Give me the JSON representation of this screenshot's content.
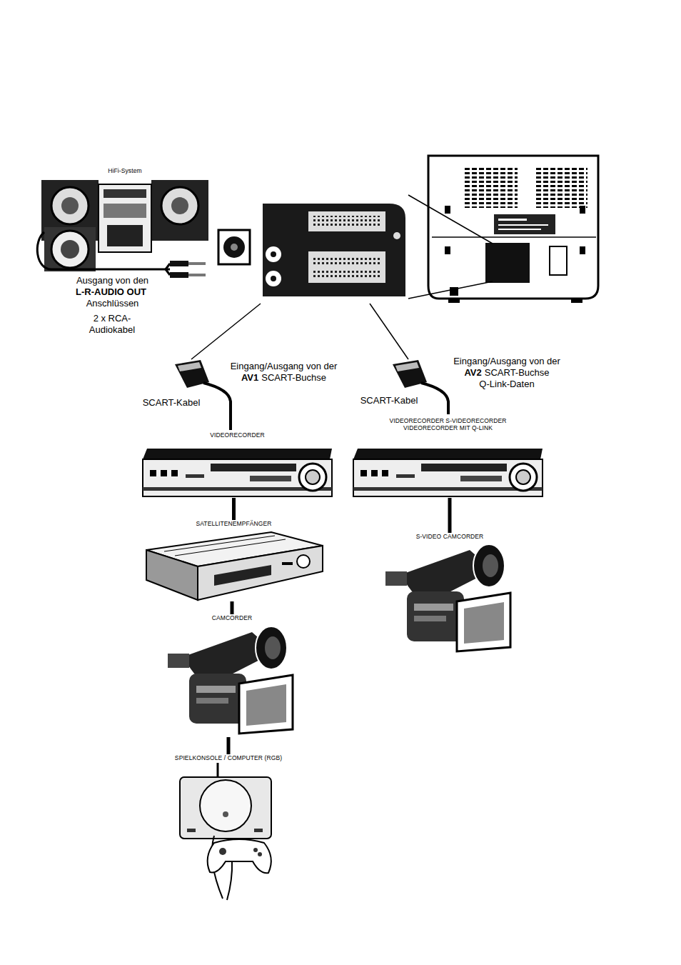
{
  "diagram": {
    "nodes": [
      {
        "text": [
          "HiFi-System"
        ]
      },
      {
        "text": [
          "VIDEORECORDER"
        ]
      },
      {
        "text": [
          "SATELLITENEMPFÄNGER"
        ]
      },
      {
        "text": [
          "CAMCORDER"
        ]
      },
      {
        "text": [
          "SPIELKONSOLE / COMPUTER (RGB)"
        ]
      },
      {
        "text": [
          "VIDEORECORDER S-VIDEORECORDER VIDEORECORDER MIT Q-LINK"
        ]
      },
      {
        "text": [
          "S-VIDEO CAMCORDER"
        ]
      }
    ],
    "edges": [
      {
        "from": 1,
        "to": 2,
        "arrow": "none"
      },
      {
        "from": 2,
        "to": 3,
        "arrow": "none"
      },
      {
        "from": 3,
        "to": 4,
        "arrow": "none"
      },
      {
        "from": 5,
        "to": 6,
        "arrow": "none"
      }
    ],
    "labels": [
      "Ausgang von den",
      "L-R-AUDIO OUT",
      "Anschlüssen",
      "2 x RCA-Audiokabel",
      "Eingang/Ausgang von der",
      "AV1",
      "SCART-Buchse",
      "SCART-Kabel",
      "Eingang/Ausgang von der",
      "AV2",
      "SCART-Buchse",
      "Q-Link-Daten",
      "SCART-Kabel"
    ]
  }
}
